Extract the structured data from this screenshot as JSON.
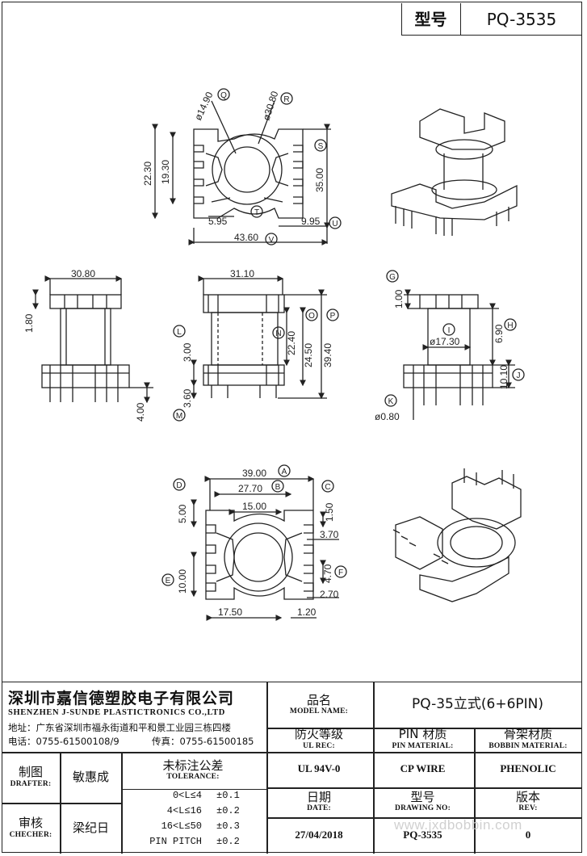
{
  "header": {
    "model_label": "型号",
    "model_value": "PQ-3535"
  },
  "drawing": {
    "top_view": {
      "d1": "ø14.90",
      "d1_tag": "Q",
      "d2": "ø30.80",
      "d2_tag": "R",
      "h1": "22.30",
      "h2": "19.30",
      "h3": "35.00",
      "h3_tag": "S",
      "w1": "5.95",
      "w1_tag": "T",
      "w2": "9.95",
      "w2_tag": "U",
      "w3": "43.60",
      "w3_tag": "V"
    },
    "side_left": {
      "w": "30.80",
      "h1": "1.80",
      "h2": "4.00"
    },
    "side_mid": {
      "w": "31.10",
      "h1": "3.00",
      "h1_tag": "L",
      "h2": "3.60",
      "h2_tag": "M",
      "h3": "22.40",
      "h3_tag": "N",
      "h4": "24.50",
      "h4_tag": "O",
      "h5": "39.40",
      "h5_tag": "P"
    },
    "side_right": {
      "h1": "1.00",
      "h1_tag": "G",
      "h2": "6.90",
      "h2_tag": "H",
      "d": "ø17.30",
      "d_tag": "I",
      "h3": "10.10",
      "h3_tag": "J",
      "d2": "ø0.80",
      "d2_tag": "K"
    },
    "bottom_view": {
      "w1": "39.00",
      "w1_tag": "A",
      "w2": "27.70",
      "w2_tag": "B",
      "w3": "15.00",
      "h1": "5.00",
      "h1_tag": "D",
      "h2": "1.50",
      "h2_tag": "C",
      "h3": "3.70",
      "h4": "10.00",
      "h4_tag": "E",
      "h5": "4.70",
      "h5_tag": "F",
      "h6": "2.70",
      "w4": "17.50",
      "w5": "1.20"
    }
  },
  "company": {
    "name_zh": "深圳市嘉信德塑胶电子有限公司",
    "name_en": "SHENZHEN J-SUNDE PLASTICTRONICS CO.,LTD",
    "address": "地址：广东省深圳市福永街道和平和景工业园三栋四楼",
    "phone": "电话：0755-61500108/9",
    "fax": "传真：0755-61500185"
  },
  "title_block": {
    "model_name_zh": "品名",
    "model_name_en": "MODEL NAME:",
    "model_name_value": "PQ-35立式(6+6PIN)",
    "ul_zh": "防火等级",
    "ul_en": "UL REC:",
    "ul_value": "UL 94V-0",
    "pin_zh": "PIN 材质",
    "pin_en": "PIN MATERIAL:",
    "pin_value": "CP WIRE",
    "bobbin_zh": "骨架材质",
    "bobbin_en": "BOBBIN MATERIAL:",
    "bobbin_value": "PHENOLIC",
    "drafter_zh": "制图",
    "drafter_en": "DRAFTER:",
    "drafter_value": "敏惠成",
    "checker_zh": "审核",
    "checker_en": "CHECHER:",
    "checker_value": "梁纪日",
    "tolerance_zh": "未标注公差",
    "tolerance_en": "TOLERANCE:",
    "tolerances": [
      {
        "range": "0<L≤4",
        "tol": "±0.1"
      },
      {
        "range": "4<L≤16",
        "tol": "±0.2"
      },
      {
        "range": "16<L≤50",
        "tol": "±0.3"
      },
      {
        "range": "PIN PITCH",
        "tol": "±0.2"
      }
    ],
    "date_zh": "日期",
    "date_en": "DATE:",
    "date_value": "27/04/2018",
    "drawing_no_zh": "型号",
    "drawing_no_en": "DRAWING NO:",
    "drawing_no_value": "PQ-3535",
    "rev_zh": "版本",
    "rev_en": "REV:",
    "rev_value": "0"
  },
  "watermark": "www.jxdbobbin.com"
}
